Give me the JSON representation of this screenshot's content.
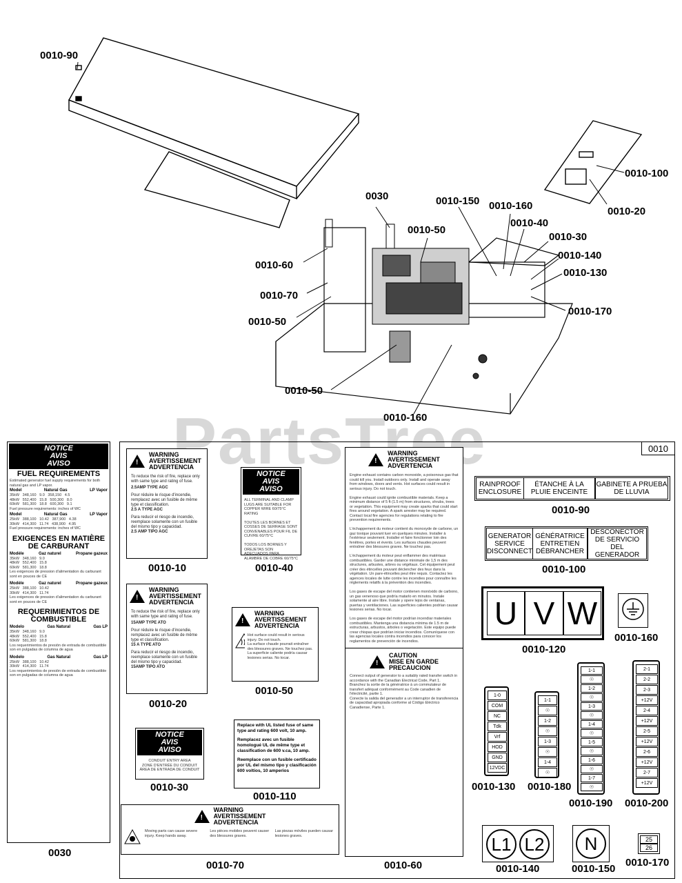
{
  "watermark": "PartsTree",
  "callouts": {
    "c0010_90": "0010-90",
    "c0010_100": "0010-100",
    "c0010_20": "0010-20",
    "c0030": "0030",
    "c0010_150": "0010-150",
    "c0010_160a": "0010-160",
    "c0010_40": "0010-40",
    "c0010_50a": "0010-50",
    "c0010_30": "0010-30",
    "c0010_140": "0010-140",
    "c0010_130": "0010-130",
    "c0010_60": "0010-60",
    "c0010_70": "0010-70",
    "c0010_50b": "0010-50",
    "c0010_170": "0010-170",
    "c0010_50c": "0010-50",
    "c0010_160b": "0010-160"
  },
  "kit_label": "0010",
  "fuel_notice": {
    "header": [
      "NOTICE",
      "AVIS",
      "AVISO"
    ],
    "title_en": "FUEL REQUIREMENTS",
    "title_fr": "EXIGENCES EN MATIÈRE DE CARBURANT",
    "title_es": "REQUERIMIENTOS DE COMBUSTIBLE",
    "col_ng": "Natural Gas",
    "col_lp": "LP Vapor",
    "col_model": "Model",
    "fr_ng": "Gaz naturel",
    "fr_lp": "Propane gazeux",
    "fr_model": "Modèle",
    "es_ng": "Gas Natural",
    "es_lp": "Gas LP",
    "es_model": "Modelo",
    "label": "0030"
  },
  "labels": {
    "l0010_10": {
      "head": [
        "WARNING",
        "AVERTISSEMENT",
        "ADVERTENCIA"
      ],
      "lines": [
        "2.5AMP TYPE AGC",
        "2.5 A TYPE AGC",
        "2.5 AMP TIPO AGC"
      ],
      "label": "0010-10"
    },
    "l0010_40": {
      "head": [
        "NOTICE",
        "AVIS",
        "AVISO"
      ],
      "label": "0010-40"
    },
    "l0010_20": {
      "head": [
        "WARNING",
        "AVERTISSEMENT",
        "ADVERTENCIA"
      ],
      "lines": [
        "15AMP TYPE ATO",
        "15 A TYPE ATO",
        "15AMP TIPO ATO"
      ],
      "label": "0010-20"
    },
    "l0010_50": {
      "head": [
        "WARNING",
        "AVERTISSEMENT",
        "ADVERTENCIA"
      ],
      "label": "0010-50"
    },
    "l0010_30": {
      "head": [
        "NOTICE",
        "AVIS",
        "AVISO"
      ],
      "label": "0010-30"
    },
    "l0010_110": {
      "text_en": "Replace with UL listed fuse of same type and rating 600 volt, 10 amp.",
      "text_fr": "Remplacez avec un fusible homologué UL de même type et classification de 600 v.ca, 10 amp.",
      "text_es": "Reemplace con un fusible certificado por UL del mismo tipo y clasificación 600 voltios, 10 amperios",
      "label": "0010-110"
    },
    "l0010_70": {
      "head": [
        "WARNING",
        "AVERTISSEMENT",
        "ADVERTENCIA"
      ],
      "label": "0010-70"
    },
    "l0010_60": {
      "head": [
        "WARNING",
        "AVERTISSEMENT",
        "ADVERTENCIA"
      ],
      "caution": [
        "CAUTION",
        "MISE EN GARDE",
        "PRECAUCION"
      ],
      "label": "0010-60"
    },
    "l0010_90": {
      "cells": [
        "RAINPROOF ENCLOSURE",
        "ÉTANCHE À LA PLUIE ENCEINTE",
        "GABINETE A PRUEBA DE LLUVIA"
      ],
      "label": "0010-90"
    },
    "l0010_100": {
      "cells": [
        "GENERATOR SERVICE DISCONNECT",
        "GÉNÉRATRICE ENTRETIEN DÉBRANCHER",
        "DESCONECTOR DE SERVICIO DEL GENERADOR"
      ],
      "label": "0010-100"
    },
    "l0010_120": {
      "letters": [
        "U",
        "V",
        "W"
      ],
      "label": "0010-120"
    },
    "l0010_160": {
      "label": "0010-160"
    },
    "l0010_130": {
      "rows": [
        "1-0",
        "COM",
        "NC",
        "Tdk",
        "Vrf",
        "HOD",
        "GND",
        "12VDC"
      ],
      "label": "0010-130"
    },
    "l0010_180": {
      "rows": [
        "1-1",
        "",
        "1-2",
        "",
        "1-3",
        "",
        "1-4",
        ""
      ],
      "label": "0010-180"
    },
    "l0010_190": {
      "rows": [
        "1-1",
        "",
        "1-2",
        "",
        "1-3",
        "",
        "1-4",
        "",
        "1-5",
        "",
        "1-6",
        "",
        "1-7",
        ""
      ],
      "label": "0010-190"
    },
    "l0010_200": {
      "rows": [
        "2-1",
        "2-2",
        "2-3",
        "+12V",
        "2-4",
        "+12V",
        "2-5",
        "+12V",
        "2-6",
        "+12V",
        "2-7",
        "+12V"
      ],
      "label": "0010-200"
    },
    "l0010_140": {
      "marks": [
        "L1",
        "L2"
      ],
      "label": "0010-140"
    },
    "l0010_150": {
      "marks": [
        "N"
      ],
      "label": "0010-150"
    },
    "l0010_170": {
      "marks": [
        "25",
        "26"
      ],
      "label": "0010-170"
    }
  }
}
